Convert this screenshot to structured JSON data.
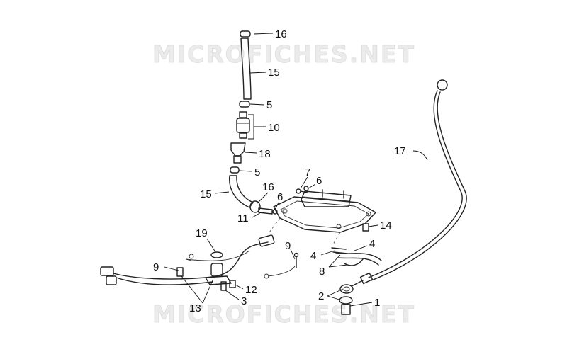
{
  "watermarks": [
    "MICROFICHES.NET",
    "MICROFICHES.NET"
  ],
  "callouts": {
    "c16a": "16",
    "c15a": "15",
    "c5a": "5",
    "c10": "10",
    "c18": "18",
    "c5b": "5",
    "c15b": "15",
    "c16b": "16",
    "c6a": "6",
    "c11": "11",
    "c7": "7",
    "c6b": "6",
    "c14": "14",
    "c17": "17",
    "c19": "19",
    "c9a": "9",
    "c9b": "9",
    "c4a": "4",
    "c4b": "4",
    "c8": "8",
    "c2": "2",
    "c1": "1",
    "c12": "12",
    "c3": "3",
    "c13": "13"
  },
  "icons": [
    "hose-clamp",
    "fuel-hose",
    "fuel-filter",
    "throttle-body",
    "pan-plate",
    "brake-line",
    "wiring-harness",
    "sensor"
  ]
}
